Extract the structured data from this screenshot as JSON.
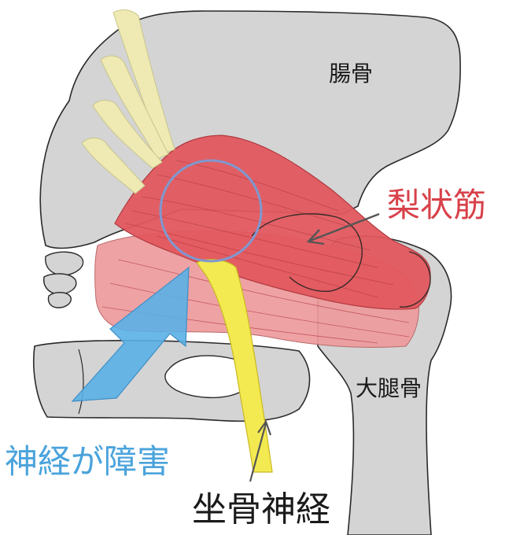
{
  "labels": {
    "ilium": "腸骨",
    "piriformis": "梨状筋",
    "femur": "大腿骨",
    "impingement": "神経が障害",
    "sciatic_nerve": "坐骨神経"
  },
  "colors": {
    "bone": "#d4d4d4",
    "outline": "#2a2a2a",
    "muscle_main": "#e2585e",
    "muscle_lower": "#ee9a9c",
    "nerve_yellow": "#f3ea52",
    "nerve_root_yellow": "#efeab4",
    "highlight_circle": "#7f98d0",
    "arrow_blue": "#5ab0e6",
    "label_red": "#d8414a",
    "label_blue": "#4aa3dc",
    "label_dark": "#1a1a1a"
  }
}
